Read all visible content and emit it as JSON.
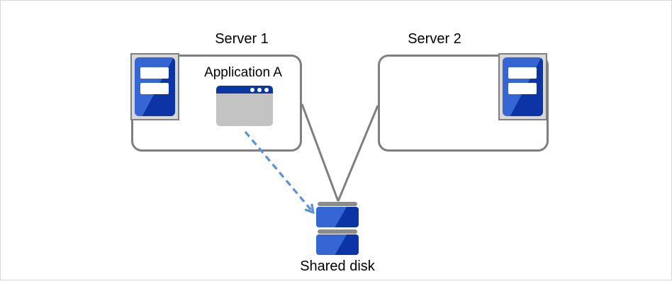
{
  "diagram": {
    "servers": [
      {
        "id": "server-1",
        "label": "Server 1",
        "icon": "server-tower-icon"
      },
      {
        "id": "server-2",
        "label": "Server 2",
        "icon": "server-tower-icon"
      }
    ],
    "application": {
      "id": "application-a",
      "label": "Application A",
      "icon": "app-window-icon",
      "inside": "server-1"
    },
    "shared_disk": {
      "id": "shared-disk",
      "label": "Shared disk",
      "icon": "disk-stack-icon"
    },
    "connections": [
      {
        "from": "server-1",
        "to": "shared-disk",
        "style": "solid-gray-line"
      },
      {
        "from": "server-2",
        "to": "shared-disk",
        "style": "solid-gray-line"
      },
      {
        "from": "application-a",
        "to": "shared-disk",
        "style": "dashed-blue-arrow"
      }
    ]
  },
  "colors": {
    "line-gray": "#7f7f7f",
    "icon-frame": "#d8d8d8",
    "blue-light": "#3566d3",
    "blue-dark": "#0d34a6",
    "titlebar-blue": "#0a38a0",
    "window-body": "#c3c3c3",
    "arrow-blue": "#5b91d8",
    "cap-gray": "#8c8c8c",
    "text-black": "#000000"
  }
}
